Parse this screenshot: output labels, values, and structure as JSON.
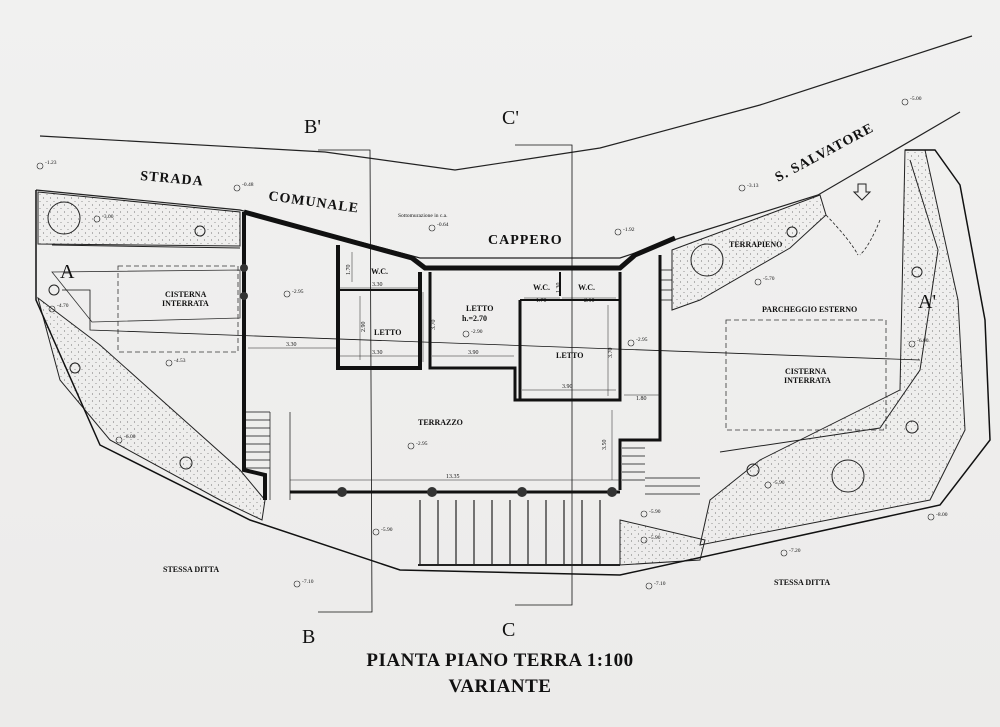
{
  "title": {
    "line1": "PIANTA PIANO TERRA 1:100",
    "line2": "VARIANTE"
  },
  "streets": {
    "strada": "STRADA",
    "comunale": "COMUNALE",
    "cappero": "CAPPERO",
    "salvatore": "S. SALVATORE"
  },
  "rooms": {
    "wc1": "W.C.",
    "wc2": "W.C.",
    "wc3": "W.C.",
    "letto1": "LETTO",
    "letto2": "LETTO",
    "letto2_height": "h.=2.70",
    "letto3": "LETTO",
    "terrazzo": "TERRAZZO",
    "terrapieno": "TERRAPIENO",
    "parcheggio": "PARCHEGGIO ESTERNO",
    "cisterna_left_1": "CISTERNA",
    "cisterna_left_2": "INTERRATA",
    "cisterna_right_1": "CISTERNA",
    "cisterna_right_2": "INTERRATA",
    "stessa_ditta_left": "STESSA DITTA",
    "stessa_ditta_right": "STESSA DITTA",
    "sottomurazione": "Sottomurazione in c.a."
  },
  "sections": {
    "b_prime": "B'",
    "c_prime": "C'",
    "b": "B",
    "c": "C",
    "a": "A",
    "a_prime": "A'"
  },
  "elevations": {
    "e1": "-1.23",
    "e2": "-3.00",
    "e3": "-0.48",
    "e4": "-0.64",
    "e5": "-1.92",
    "e6": "-3.13",
    "e7": "-5.00",
    "e8": "-5.70",
    "e9": "-4.70",
    "e10": "-2.95",
    "e11": "-2.90",
    "e12": "-2.95",
    "e13": "-6.00",
    "e14": "-4.53",
    "e15": "-6.00",
    "e16": "-2.95",
    "e17": "-5.90",
    "e18": "-5.90",
    "e19": "-5.90",
    "e20": "-5.90",
    "e21": "-8.00",
    "e22": "-7.20",
    "e23": "-7.10",
    "e24": "-7.10"
  },
  "dimensions": {
    "d1": "3.30",
    "d2": "3.30",
    "d3": "3.30",
    "d4": "3.90",
    "d5": "3.90",
    "d6": "1.70",
    "d7": "2.10",
    "d8": "1.80",
    "d9": "13.35",
    "d10": "3.70",
    "d11": "3.70",
    "d12": "3.50",
    "d13": "1.70",
    "d14": "2.90",
    "d15": "1.30"
  },
  "colors": {
    "ink": "#111111",
    "paper": "#eeeeed",
    "hatch": "#8a8a8a"
  }
}
